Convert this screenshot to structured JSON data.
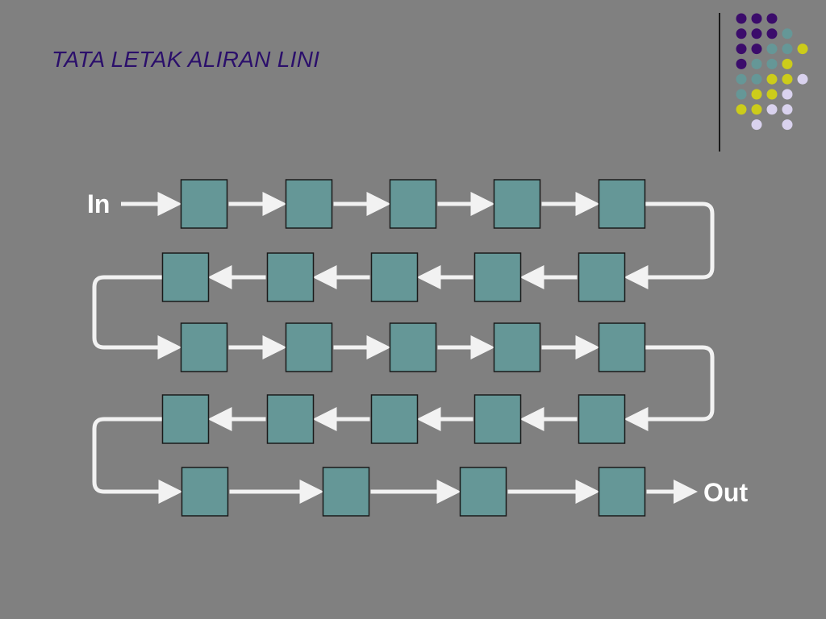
{
  "title": "TATA LETAK ALIRAN LINI",
  "input_label": "In",
  "output_label": "Out",
  "colors": {
    "background": "#808080",
    "title": "#2b0f6b",
    "station_fill": "#659797",
    "station_stroke": "#1a1a1a",
    "flow_line": "#f2f2f2",
    "dot_purple": "#3b0c6b",
    "dot_teal": "#659797",
    "dot_yellow": "#cccc1a",
    "dot_lavender": "#d9d2ee"
  },
  "rows": [
    {
      "direction": "right",
      "stations": 5
    },
    {
      "direction": "left",
      "stations": 5
    },
    {
      "direction": "right",
      "stations": 5
    },
    {
      "direction": "left",
      "stations": 5
    },
    {
      "direction": "right",
      "stations": 4
    }
  ],
  "decoration": {
    "dot_grid": [
      [
        "purple",
        "purple",
        "purple",
        "",
        "",
        ""
      ],
      [
        "purple",
        "purple",
        "purple",
        "teal",
        "",
        ""
      ],
      [
        "purple",
        "purple",
        "teal",
        "teal",
        "yellow",
        ""
      ],
      [
        "purple",
        "teal",
        "teal",
        "yellow",
        "",
        ""
      ],
      [
        "teal",
        "teal",
        "yellow",
        "yellow",
        "lavender",
        ""
      ],
      [
        "teal",
        "yellow",
        "yellow",
        "lavender",
        "",
        ""
      ],
      [
        "yellow",
        "yellow",
        "lavender",
        "lavender",
        "",
        ""
      ],
      [
        "",
        "lavender",
        "",
        "lavender",
        "",
        ""
      ]
    ]
  }
}
